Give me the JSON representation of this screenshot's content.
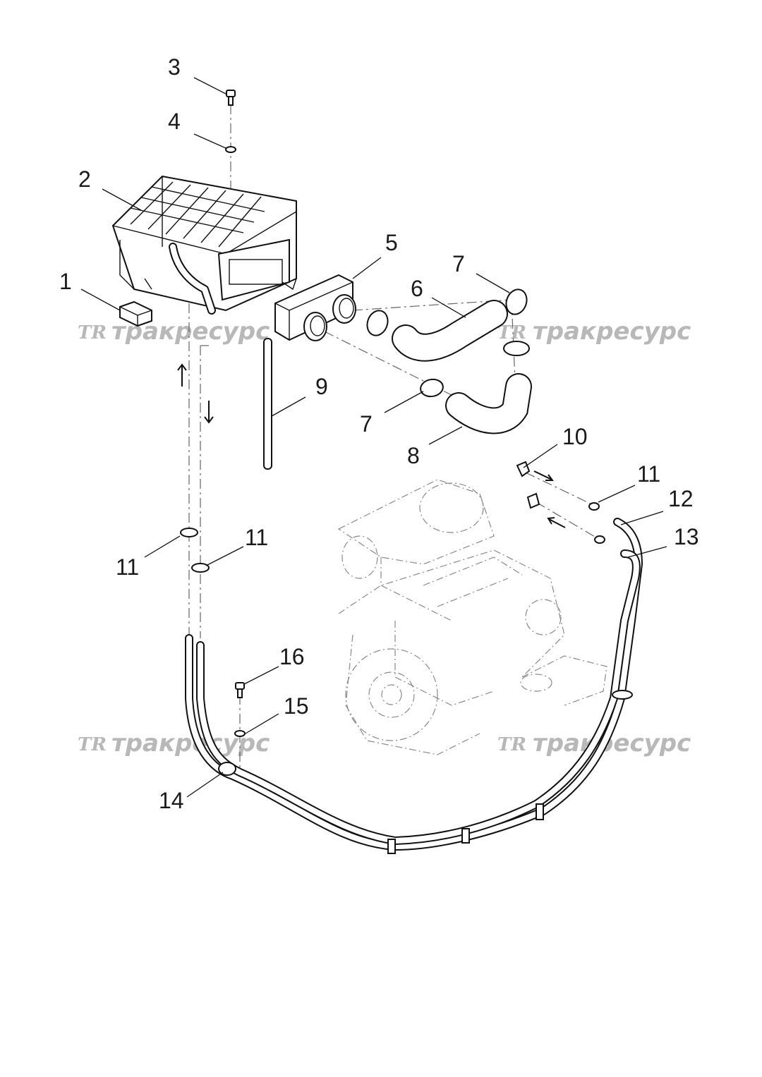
{
  "watermark": {
    "logo": "TR",
    "text": "тракресурс"
  },
  "callouts": {
    "c1": "1",
    "c2": "2",
    "c3": "3",
    "c4": "4",
    "c5": "5",
    "c6": "6",
    "c7a": "7",
    "c7b": "7",
    "c8": "8",
    "c9": "9",
    "c10": "10",
    "c11a": "11",
    "c11b": "11",
    "c11c": "11",
    "c12": "12",
    "c13": "13",
    "c14": "14",
    "c15": "15",
    "c16": "16"
  }
}
